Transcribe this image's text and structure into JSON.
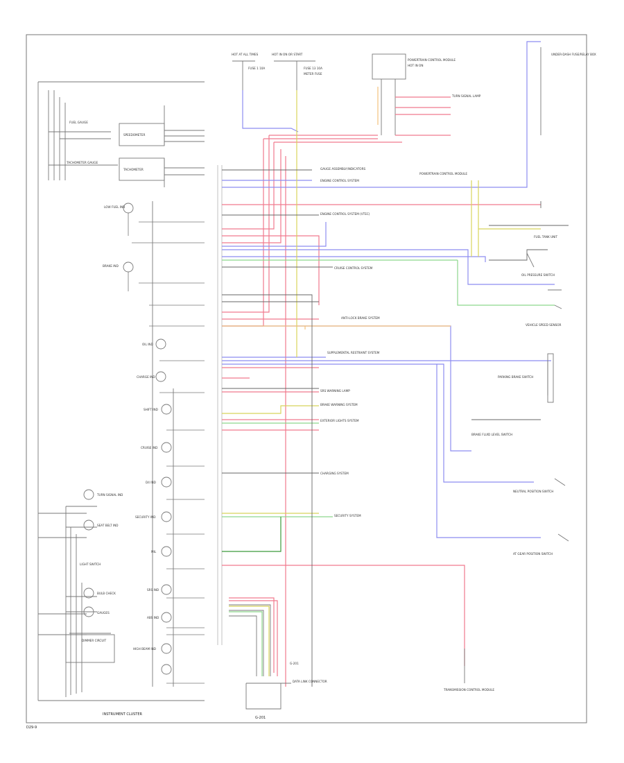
{
  "diagram": {
    "footer_left": "INSTRUMENT CLUSTER",
    "connector_bottom": "G-201",
    "page_corner": "D29-9",
    "colors": {
      "red": "#f1798d",
      "pink": "#f6a3b3",
      "blue": "#8c8cf1",
      "lightblue": "#a8b4ee",
      "green": "#8cd68c",
      "darkgreen": "#3a9a3a",
      "yellow": "#d8d45a",
      "orange": "#f4c07a",
      "black": "#555555",
      "frame": "#777777"
    }
  },
  "top": {
    "fuse_a": "HOT AT ALL TIMES",
    "fuse_a_sub": "FUSE 1 10A",
    "fuse_b": "HOT IN ON OR START",
    "fuse_b_sub": "FUSE 13 10A",
    "fuse_c": "METER FUSE",
    "pcm_box": "POWERTRAIN CONTROL MODULE",
    "ignition_note": "HOT IN ON",
    "right_top_note": "UNDER-DASH FUSE/RELAY BOX"
  },
  "cluster": {
    "items": [
      {
        "label": "FUEL GAUGE"
      },
      {
        "label": "TACHOMETER GAUGE"
      },
      {
        "label": "SPEEDOMETER"
      },
      {
        "label": "TACHOMETER"
      },
      {
        "label": "LOW FUEL IND"
      },
      {
        "label": "BRAKE IND"
      },
      {
        "label": "OIL IND"
      },
      {
        "label": "CHARGE IND"
      },
      {
        "label": "SHIFT IND"
      },
      {
        "label": "CRUISE IND"
      },
      {
        "label": "D4 IND"
      },
      {
        "label": "SECURITY IND"
      },
      {
        "label": "MIL"
      },
      {
        "label": "SRS IND"
      },
      {
        "label": "ABS IND"
      },
      {
        "label": "HIGH BEAM IND"
      },
      {
        "label": "TURN SIGNAL IND"
      },
      {
        "label": "SEAT BELT IND"
      }
    ],
    "left_group_labels": [
      "LIGHT SWITCH",
      "BULB CHECK",
      "DIMMER CIRCUIT",
      "GAUGES"
    ]
  },
  "callouts": [
    {
      "text": "GAUGE ASSEMBLY/INDICATORS"
    },
    {
      "text": "ENGINE CONTROL SYSTEM"
    },
    {
      "text": "ENGINE CONTROL SYSTEM (VTEC)"
    },
    {
      "text": "CRUISE CONTROL SYSTEM"
    },
    {
      "text": "ANTI-LOCK BRAKE SYSTEM"
    },
    {
      "text": "SUPPLEMENTAL RESTRAINT SYSTEM"
    },
    {
      "text": "SRS WARNING LAMP"
    },
    {
      "text": "BRAKE WARNING SYSTEM"
    },
    {
      "text": "EXTERIOR LIGHTS SYSTEM"
    },
    {
      "text": "CHARGING SYSTEM"
    },
    {
      "text": "SECURITY SYSTEM"
    },
    {
      "text": "TURN SIGNAL LAMP"
    }
  ],
  "right_components": [
    {
      "text": "POWERTRAIN CONTROL MODULE"
    },
    {
      "text": "FUEL TANK UNIT"
    },
    {
      "text": "OIL PRESSURE SWITCH"
    },
    {
      "text": "VEHICLE SPEED SENSOR"
    },
    {
      "text": "PARKING BRAKE SWITCH"
    },
    {
      "text": "BRAKE FLUID LEVEL SWITCH"
    },
    {
      "text": "NEUTRAL POSITION SWITCH"
    },
    {
      "text": "AT GEAR POSITION SWITCH"
    }
  ],
  "bottom": {
    "ground": "G-201",
    "tcm": "TRANSMISSION CONTROL MODULE",
    "dlc": "DATA LINK CONNECTOR"
  }
}
